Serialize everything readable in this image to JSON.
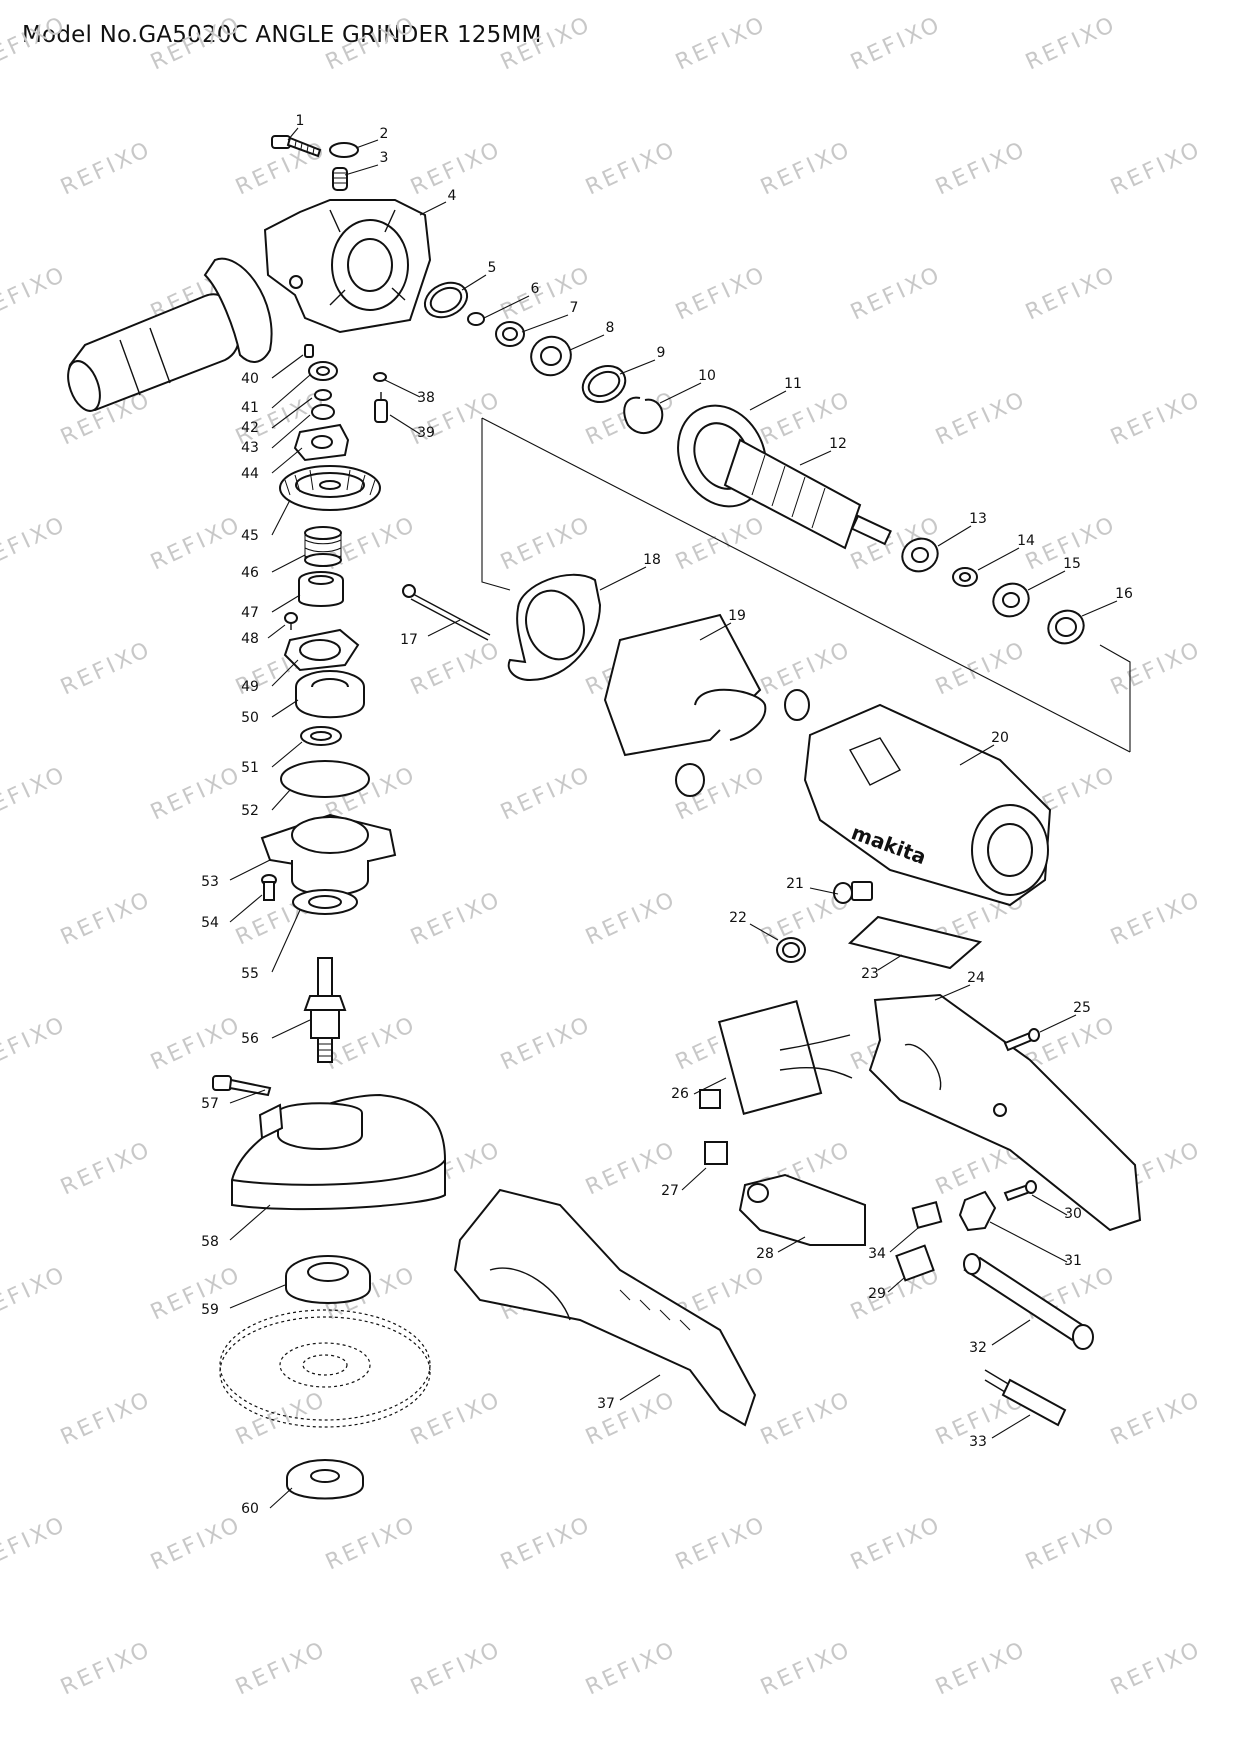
{
  "title": "Model No.GA5020C ANGLE GRINDER 125MM",
  "watermark": "REFIXO",
  "brand_logo": "makita",
  "parts": [
    "1",
    "2",
    "3",
    "4",
    "5",
    "6",
    "7",
    "8",
    "9",
    "10",
    "11",
    "12",
    "13",
    "14",
    "15",
    "16",
    "17",
    "18",
    "19",
    "20",
    "21",
    "22",
    "23",
    "24",
    "25",
    "26",
    "27",
    "28",
    "29",
    "30",
    "31",
    "32",
    "33",
    "34",
    "37",
    "38",
    "39",
    "40",
    "41",
    "42",
    "43",
    "44",
    "45",
    "46",
    "47",
    "48",
    "49",
    "50",
    "51",
    "52",
    "53",
    "54",
    "55",
    "56",
    "57",
    "58",
    "59",
    "60"
  ]
}
